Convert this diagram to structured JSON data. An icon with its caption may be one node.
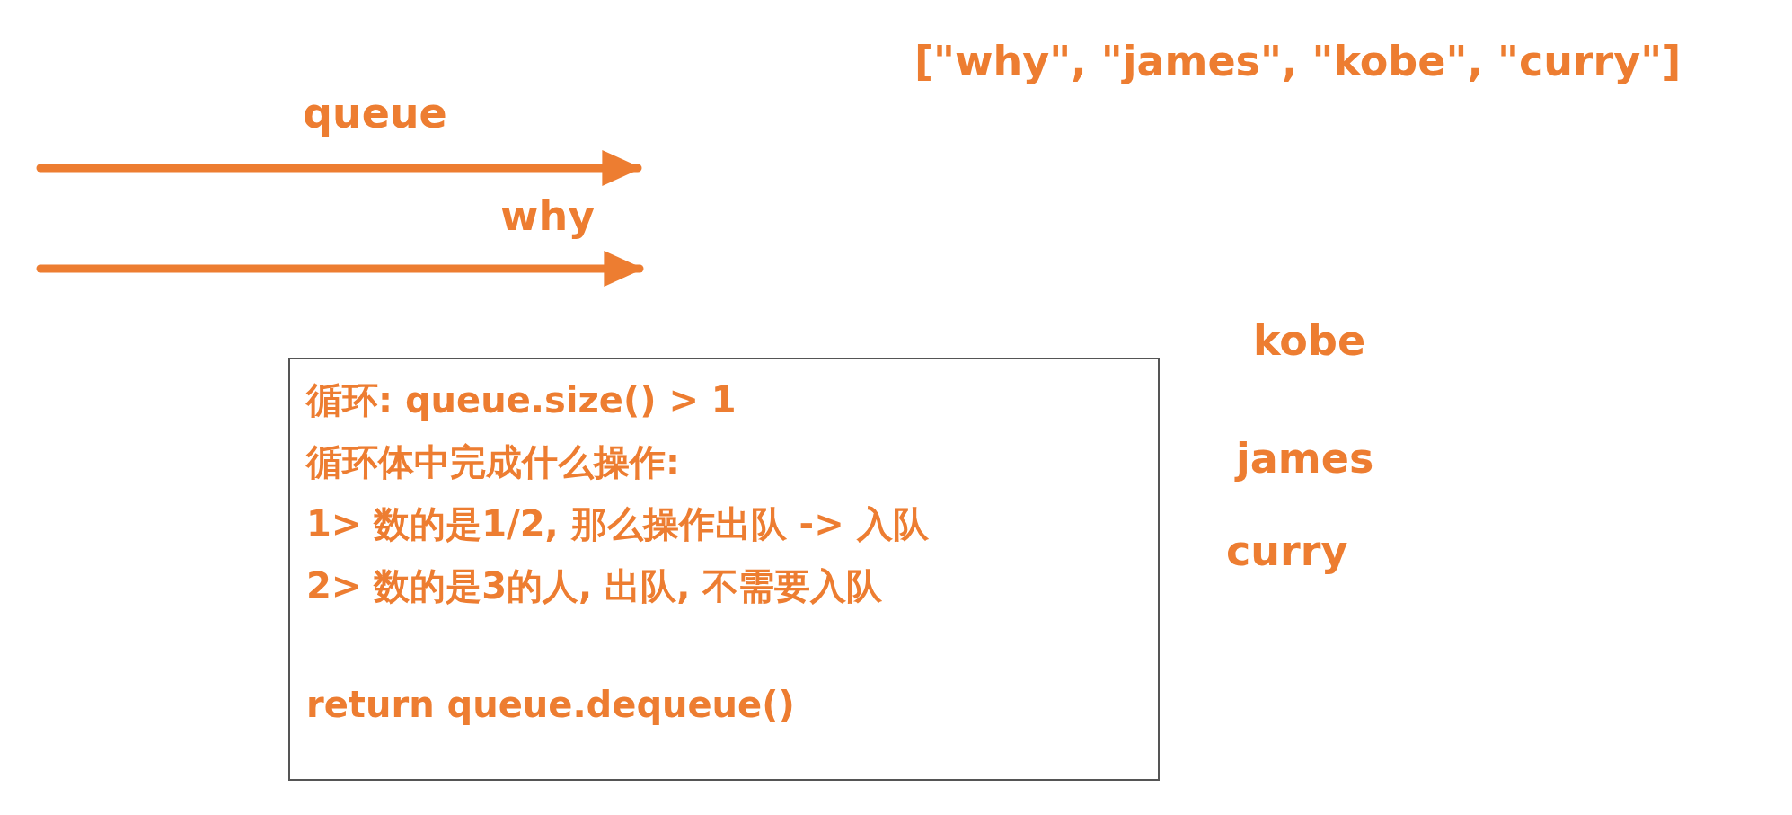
{
  "diagram": {
    "nodes": [
      {
        "text": [
          "循环: queue.size() > 1",
          "循环体中完成什么操作:",
          "1> 数的是1/2, 那么操作出队 -> 入队",
          "2> 数的是3的人, 出队, 不需要入队",
          "return queue.dequeue()"
        ]
      }
    ],
    "labels": [
      "[\"why\", \"james\", \"kobe\", \"curry\"]",
      "queue",
      "why",
      "kobe",
      "james",
      "curry"
    ]
  }
}
